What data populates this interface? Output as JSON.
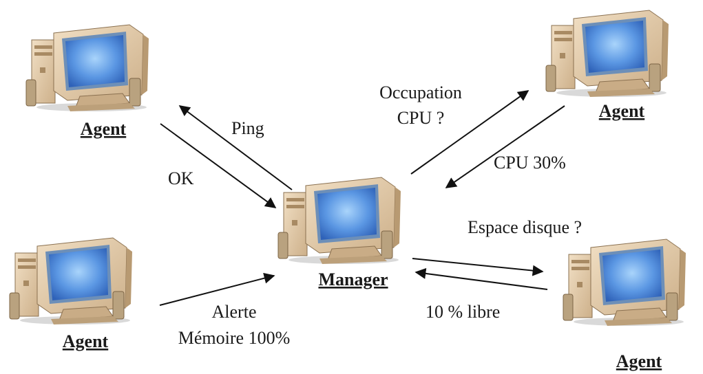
{
  "nodes": {
    "manager": "Manager",
    "agent_top_left": "Agent",
    "agent_top_right": "Agent",
    "agent_bottom_left": "Agent",
    "agent_bottom_right": "Agent"
  },
  "messages": {
    "ping": "Ping",
    "ok": "OK",
    "cpu_query_line1": "Occupation",
    "cpu_query_line2": "CPU ?",
    "cpu_reply": "CPU 30%",
    "disk_query": "Espace disque ?",
    "disk_reply": "10 % libre",
    "alert_line1": "Alerte",
    "alert_line2": "Mémoire 100%"
  },
  "colors": {
    "case": "#e3c9a4",
    "case_shade": "#b89a72",
    "screen": "#3f7fd6",
    "screen_glow": "#8fc2f4",
    "arrow": "#111111"
  }
}
